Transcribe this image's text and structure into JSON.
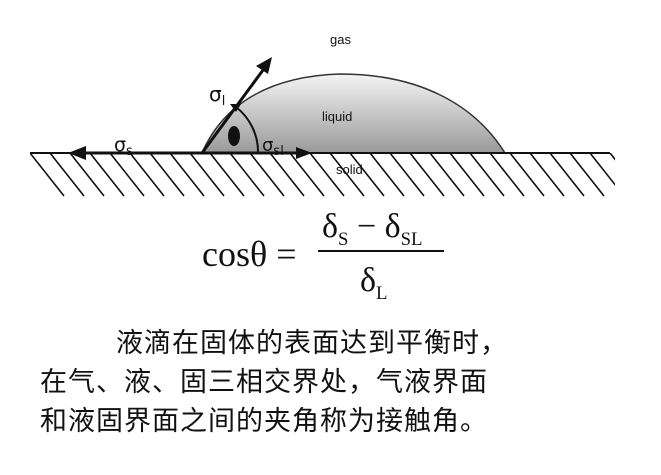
{
  "diagram": {
    "labels": {
      "gas": "gas",
      "liquid": "liquid",
      "solid": "solid",
      "sigma_l": "σl",
      "sigma_s": "σs",
      "sigma_sl": "σsl"
    }
  },
  "formula": {
    "lhs": "cosθ =",
    "numerator": "δS − δSL",
    "denominator": "δL"
  },
  "caption": {
    "line1": "液滴在固体的表面达到平衡时，",
    "line2": "在气、液、固三相交界处，气液界面",
    "line3": "和液固界面之间的夹角称为接触角。"
  },
  "colors": {
    "droplet_top": "#f4f4f4",
    "droplet_bottom": "#9a9a9a",
    "ink": "#111111"
  }
}
